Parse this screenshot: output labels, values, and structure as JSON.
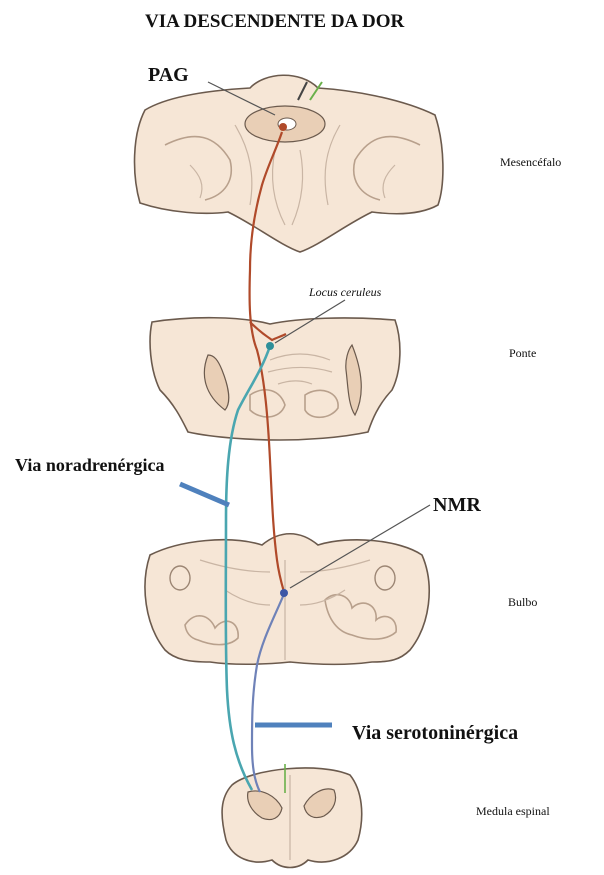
{
  "title": "VIA DESCENDENTE DA DOR",
  "labels": {
    "pag": "PAG",
    "locus": "Locus ceruleus",
    "nmr": "NMR",
    "via_nora": "Via noradrenérgica",
    "via_sero": "Via serotoninérgica"
  },
  "levels": {
    "mesencefalo": "Mesencéfalo",
    "ponte": "Ponte",
    "bulbo": "Bulbo",
    "medula": "Medula espinal"
  },
  "colors": {
    "tissue": "#f6e6d6",
    "red_pathway": "#b04a2a",
    "teal_pathway": "#4aa6b0",
    "blue_pathway": "#6f82b8",
    "callout": "#4f81bd"
  }
}
